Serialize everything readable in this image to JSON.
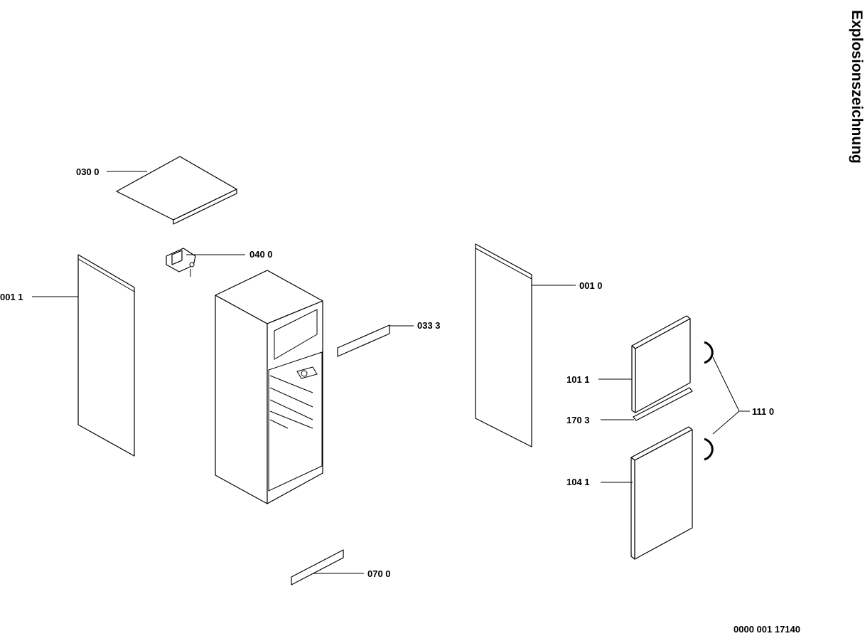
{
  "title": "Explosionszeichnung",
  "document_number": "0000 001 17140",
  "parts": [
    {
      "id": "top-cover",
      "label": "030 0"
    },
    {
      "id": "hinge-bracket",
      "label": "040 0"
    },
    {
      "id": "left-side-panel",
      "label": "001 1"
    },
    {
      "id": "trim-strip",
      "label": "033 3"
    },
    {
      "id": "right-side-panel",
      "label": "001 0"
    },
    {
      "id": "upper-door",
      "label": "101 1"
    },
    {
      "id": "door-trim",
      "label": "170 3"
    },
    {
      "id": "lower-door",
      "label": "104 1"
    },
    {
      "id": "door-handles",
      "label": "111 0"
    },
    {
      "id": "plinth-strip",
      "label": "070 0"
    }
  ],
  "colors": {
    "ink": "#000000",
    "paper": "#ffffff"
  }
}
